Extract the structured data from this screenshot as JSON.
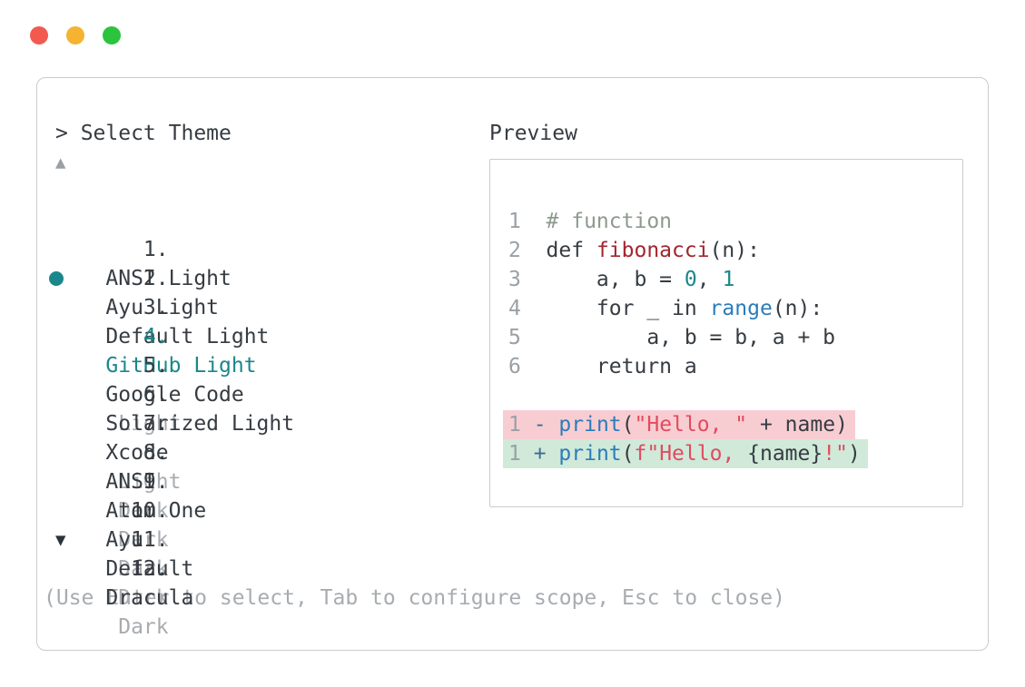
{
  "window_controls": {
    "close": "close",
    "minimize": "minimize",
    "zoom": "zoom"
  },
  "theme_picker": {
    "prompt": "> Select Theme",
    "scroll_up_icon": "▲",
    "scroll_down_icon": "▼",
    "items": [
      {
        "number": "1.",
        "name": "ANSI Light",
        "variant": "",
        "selected": false
      },
      {
        "number": "2.",
        "name": "Ayu Light",
        "variant": "",
        "selected": false
      },
      {
        "number": "3.",
        "name": "Default Light",
        "variant": "",
        "selected": false
      },
      {
        "number": "4.",
        "name": "GitHub Light",
        "variant": "",
        "selected": true
      },
      {
        "number": "5.",
        "name": "Google Code",
        "variant": "Light",
        "selected": false
      },
      {
        "number": "6.",
        "name": "Solarized Light",
        "variant": "",
        "selected": false
      },
      {
        "number": "7.",
        "name": "Xcode",
        "variant": "Light",
        "selected": false
      },
      {
        "number": "8.",
        "name": "ANSI",
        "variant": "Dark",
        "selected": false
      },
      {
        "number": "9.",
        "name": "Atom One",
        "variant": "Dark",
        "selected": false
      },
      {
        "number": "10.",
        "name": "Ayu",
        "variant": "Dark",
        "selected": false
      },
      {
        "number": "11.",
        "name": "Default",
        "variant": "Dark",
        "selected": false
      },
      {
        "number": "12.",
        "name": "Dracula",
        "variant": "Dark",
        "selected": false
      }
    ],
    "footer_hint": "(Use Enter to select, Tab to configure scope, Esc to close)"
  },
  "preview": {
    "label": "Preview",
    "code_lines": [
      {
        "ln": "1",
        "type": "normal",
        "tokens": [
          [
            "comment",
            "# function"
          ]
        ]
      },
      {
        "ln": "2",
        "type": "normal",
        "tokens": [
          [
            "plain",
            "def "
          ],
          [
            "func",
            "fibonacci"
          ],
          [
            "plain",
            "(n):"
          ]
        ]
      },
      {
        "ln": "3",
        "type": "normal",
        "tokens": [
          [
            "plain",
            "    a, b = "
          ],
          [
            "number",
            "0"
          ],
          [
            "plain",
            ", "
          ],
          [
            "number",
            "1"
          ]
        ]
      },
      {
        "ln": "4",
        "type": "normal",
        "tokens": [
          [
            "plain",
            "    for _ in "
          ],
          [
            "builtin",
            "range"
          ],
          [
            "plain",
            "(n):"
          ]
        ]
      },
      {
        "ln": "5",
        "type": "normal",
        "tokens": [
          [
            "plain",
            "        a, b = b, a + b"
          ]
        ]
      },
      {
        "ln": "6",
        "type": "normal",
        "tokens": [
          [
            "plain",
            "    return a"
          ]
        ]
      },
      {
        "ln": "",
        "type": "blank",
        "tokens": []
      },
      {
        "ln": "1",
        "type": "removed",
        "tokens": [
          [
            "sign",
            "- "
          ],
          [
            "builtin",
            "print"
          ],
          [
            "plain",
            "("
          ],
          [
            "string",
            "\"Hello, \""
          ],
          [
            "plain",
            " + name)"
          ]
        ]
      },
      {
        "ln": "1",
        "type": "added",
        "tokens": [
          [
            "sign",
            "+ "
          ],
          [
            "builtin",
            "print"
          ],
          [
            "plain",
            "("
          ],
          [
            "string",
            "f\"Hello, "
          ],
          [
            "plain",
            "{name}"
          ],
          [
            "string",
            "!\""
          ],
          [
            "plain",
            ")"
          ]
        ]
      }
    ]
  },
  "colors": {
    "text_dark": "#363c42",
    "text_dim": "#a8acb0",
    "accent_teal": "#1a878c",
    "border": "#c9cbcd",
    "line_number": "#9aa0a5",
    "comment": "#8d9a8d",
    "func_red": "#a3252f",
    "builtin_blue": "#2b7cbb",
    "string_pink": "#e14b60",
    "number_teal": "#1a878c",
    "sign_blue": "#3c6d96",
    "diff_removed_bg": "#f8cdd2",
    "diff_added_bg": "#d0e9d9",
    "traffic_red": "#f25a50",
    "traffic_yellow": "#f4b330",
    "traffic_green": "#2cc43c",
    "scroll_down": "#2d3237"
  }
}
